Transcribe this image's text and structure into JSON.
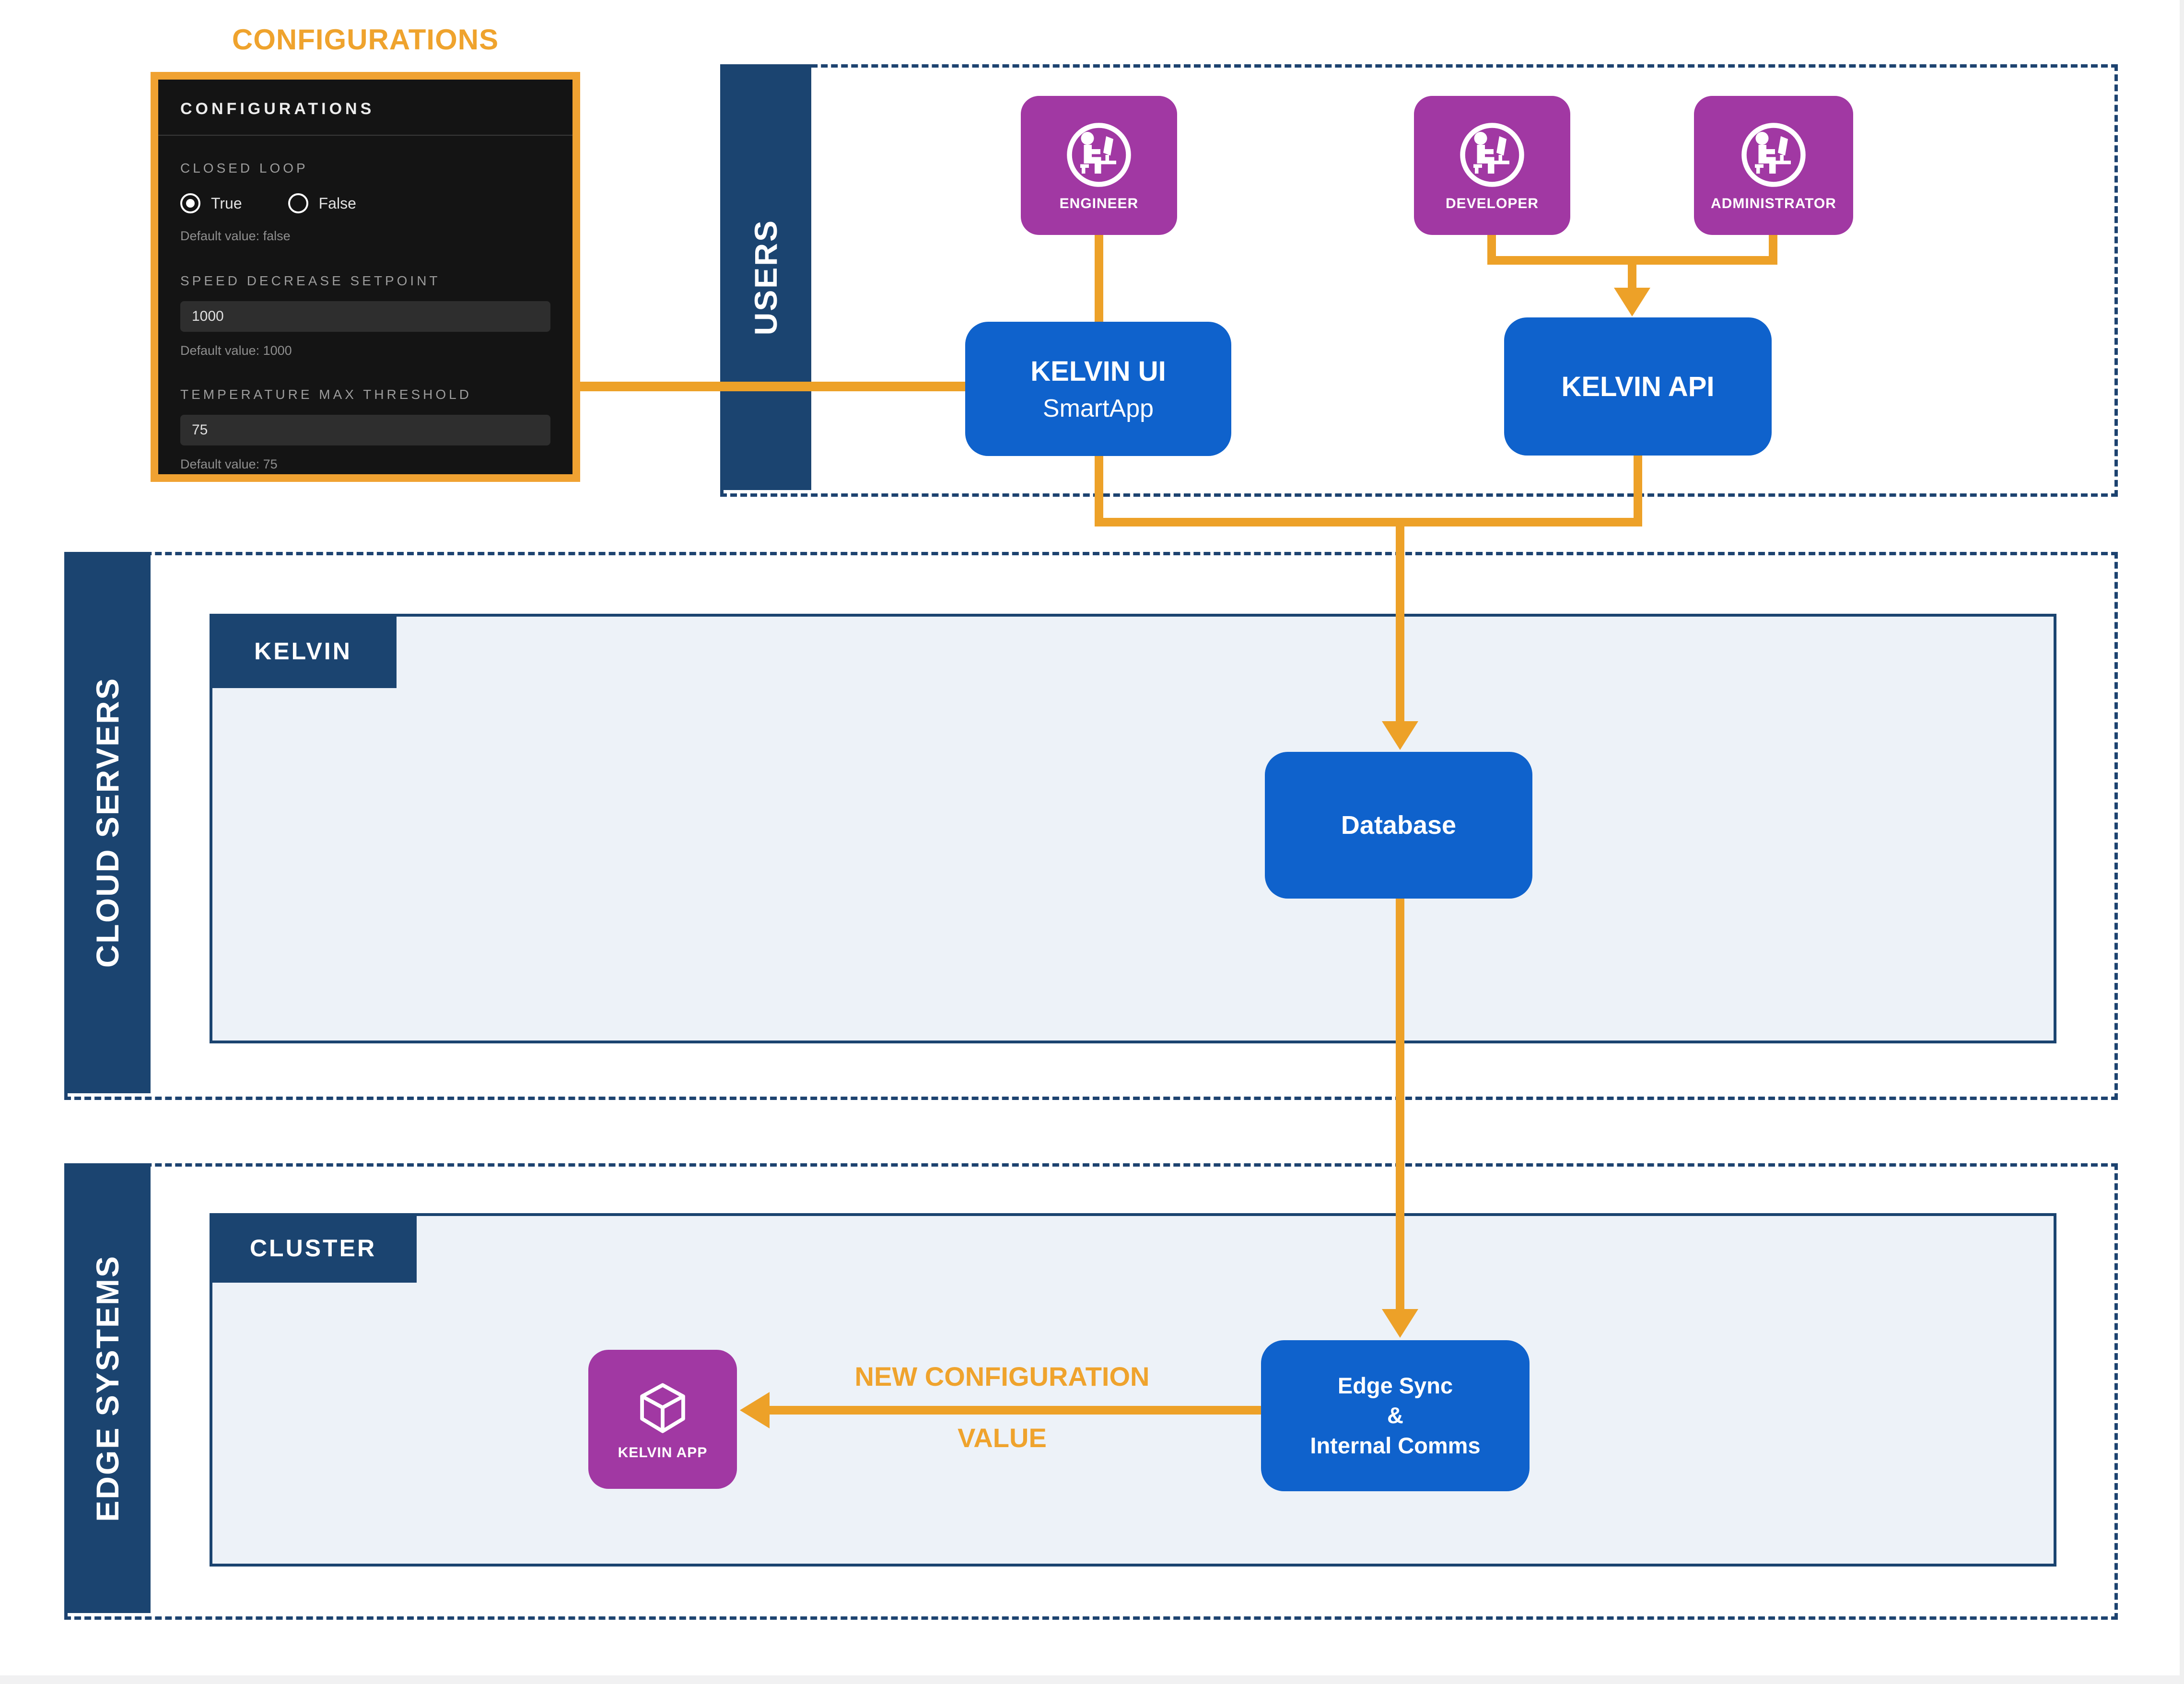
{
  "title": "CONFIGURATIONS",
  "config_panel": {
    "header": "CONFIGURATIONS",
    "closed_loop": {
      "label": "CLOSED LOOP",
      "option_true": "True",
      "option_false": "False",
      "selected": "True",
      "default_note": "Default value: false"
    },
    "speed_setpoint": {
      "label": "SPEED DECREASE SETPOINT",
      "value": "1000",
      "default_note": "Default value: 1000"
    },
    "temp_threshold": {
      "label": "TEMPERATURE MAX THRESHOLD",
      "value": "75",
      "default_note": "Default value: 75"
    }
  },
  "lanes": {
    "users": "USERS",
    "cloud_servers": "CLOUD SERVERS",
    "edge_systems": "EDGE SYSTEMS"
  },
  "users": [
    {
      "label": "ENGINEER"
    },
    {
      "label": "DEVELOPER"
    },
    {
      "label": "ADMINISTRATOR"
    }
  ],
  "containers": {
    "kelvin": "KELVIN",
    "cluster": "CLUSTER"
  },
  "nodes": {
    "kelvin_ui": {
      "title": "KELVIN UI",
      "subtitle": "SmartApp"
    },
    "kelvin_api": {
      "title": "KELVIN API"
    },
    "database": {
      "title": "Database"
    },
    "edge_sync": {
      "line1": "Edge Sync",
      "line2": "&",
      "line3": "Internal Comms"
    },
    "kelvin_app": {
      "label": "KELVIN APP"
    }
  },
  "flow_label": {
    "line1": "NEW CONFIGURATION",
    "line2": "VALUE"
  },
  "colors": {
    "orange": "#EFA32D",
    "purple": "#A138A3",
    "blue": "#0F62CC",
    "navy": "#1B4470",
    "light_fill": "#EDF2F8",
    "panel_bg": "#141414",
    "field_bg": "#2E2E2E"
  }
}
